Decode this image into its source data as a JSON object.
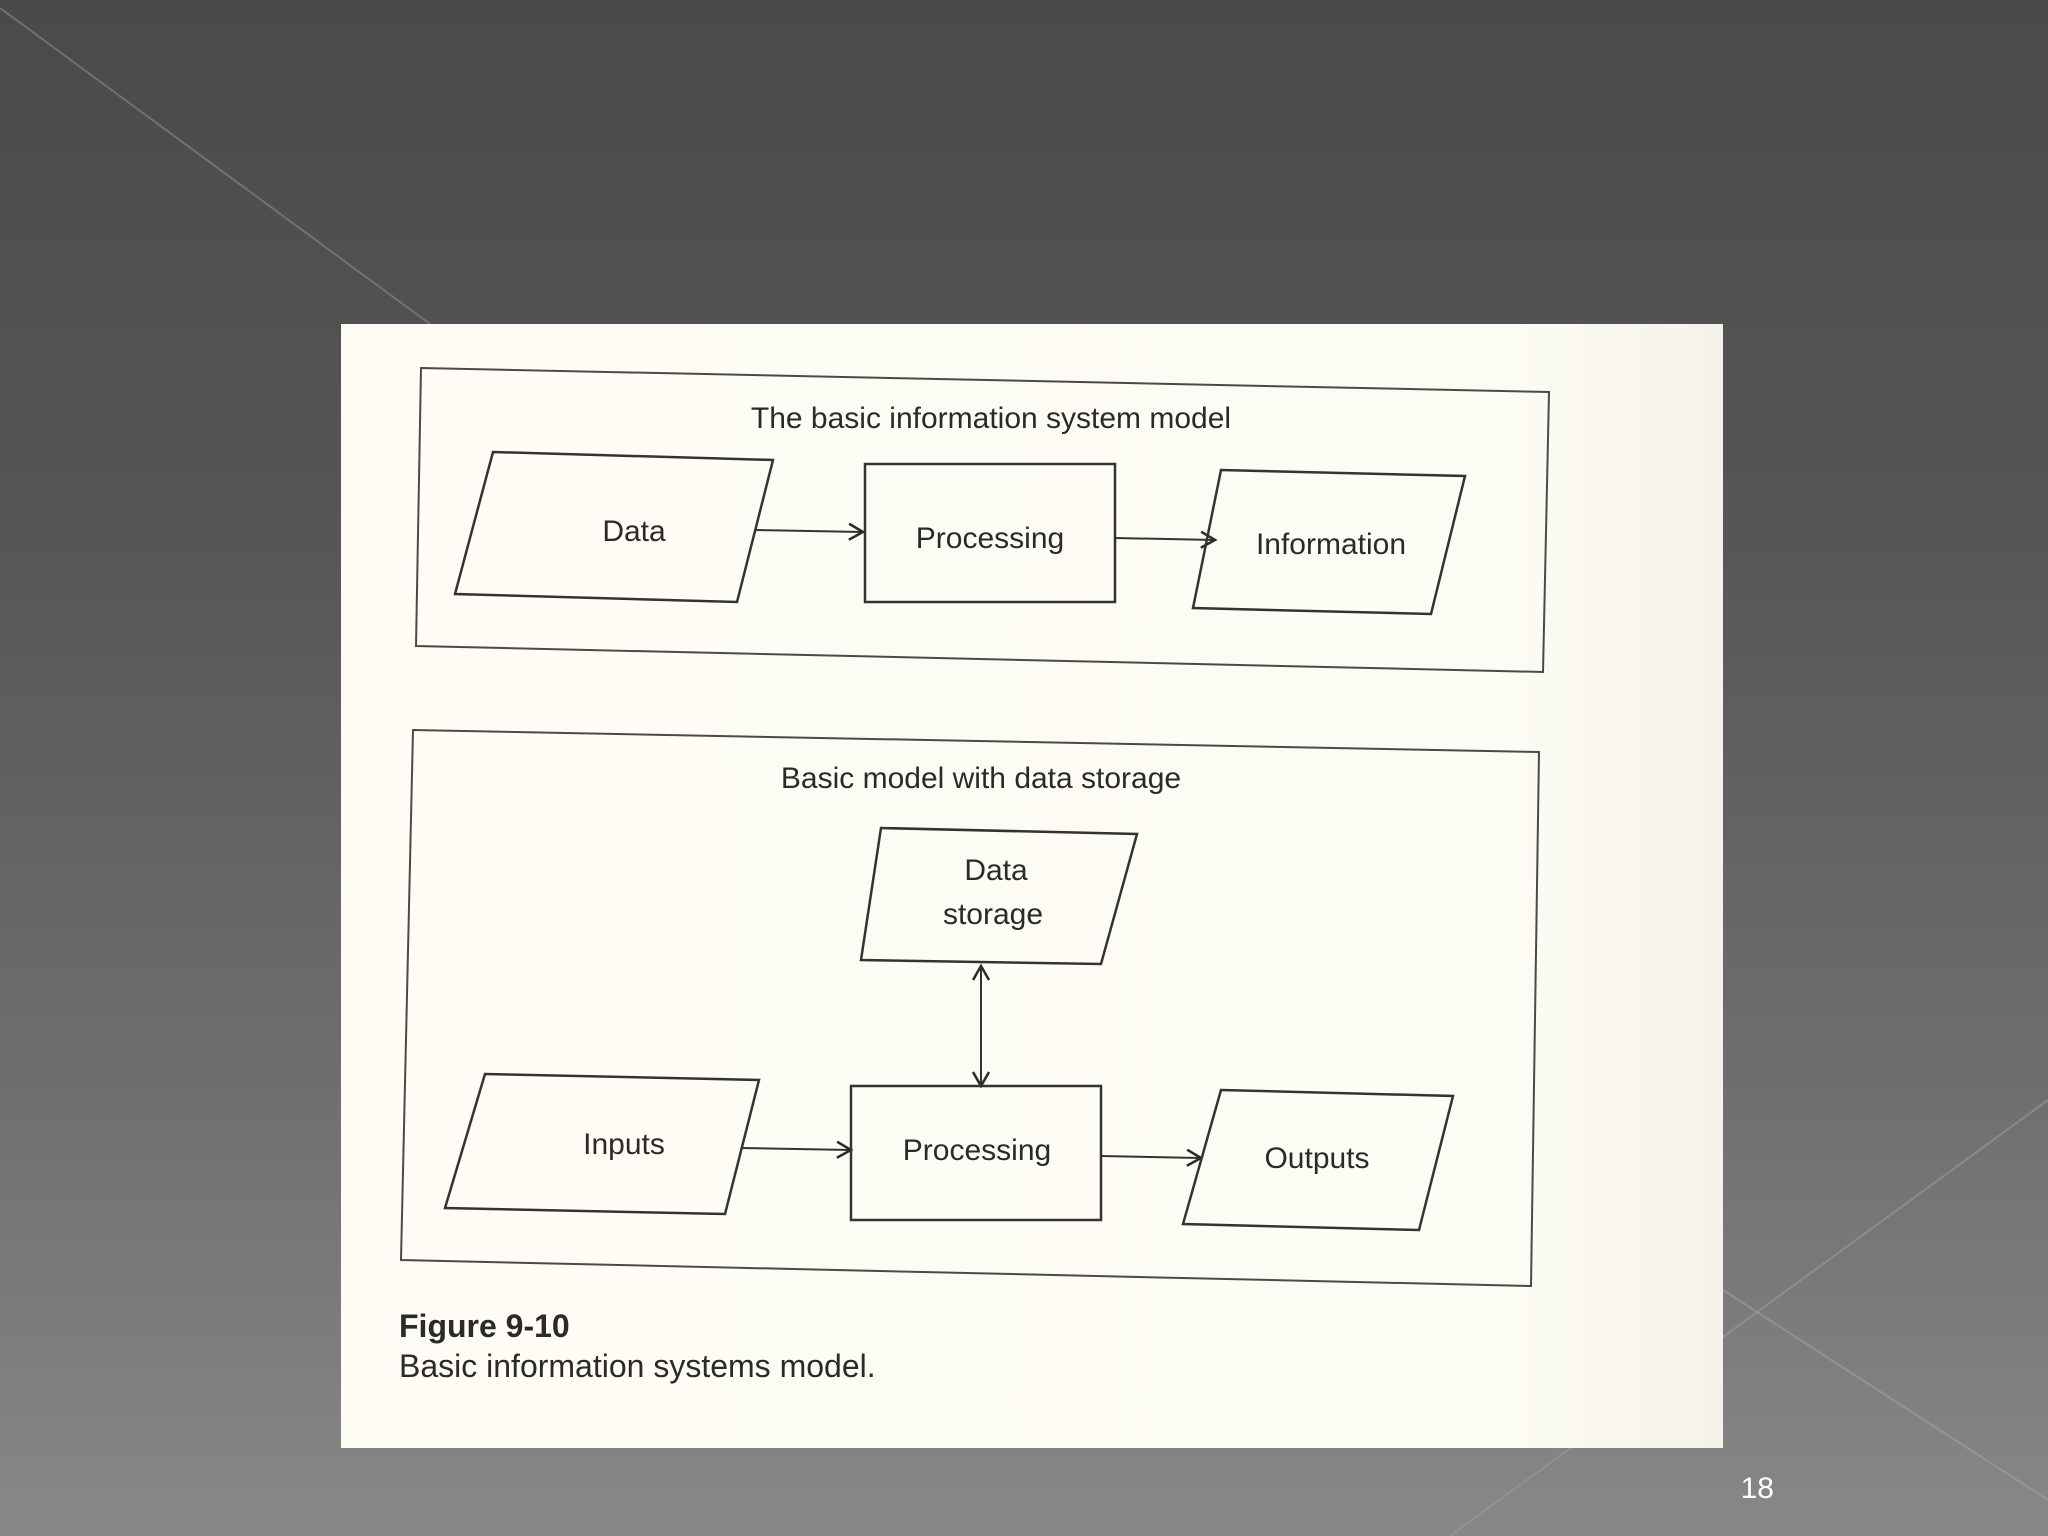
{
  "figure": {
    "top_panel": {
      "title": "The basic information system model",
      "nodes": {
        "data": "Data",
        "processing": "Processing",
        "information": "Information"
      }
    },
    "bottom_panel": {
      "title": "Basic model with data storage",
      "nodes": {
        "data_storage_line1": "Data",
        "data_storage_line2": "storage",
        "inputs": "Inputs",
        "processing": "Processing",
        "outputs": "Outputs"
      }
    },
    "caption": {
      "number": "Figure 9-10",
      "text": "Basic information systems model."
    }
  },
  "slide": {
    "number": "18"
  }
}
